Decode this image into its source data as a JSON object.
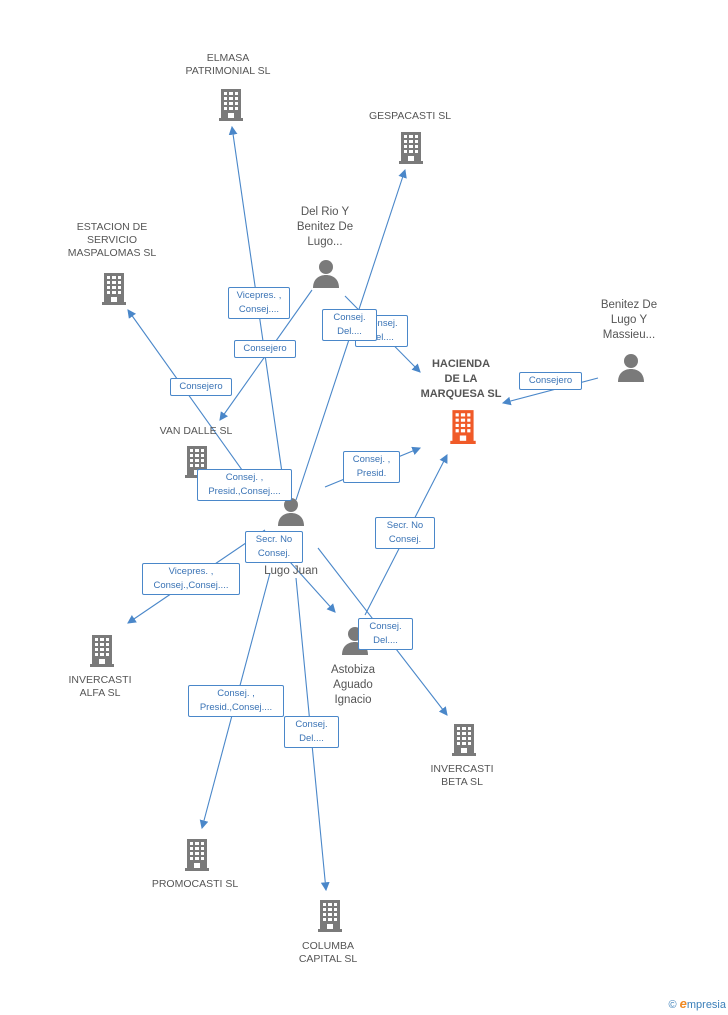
{
  "colors": {
    "edge": "#4a87c9",
    "node": "#7a7a7a",
    "focus": "#f05a28"
  },
  "nodes": {
    "elmasa": {
      "label": "ELMASA\nPATRIMONIAL SL"
    },
    "gespacasti": {
      "label": "GESPACASTI SL"
    },
    "estacion": {
      "label": "ESTACION DE\nSERVICIO\nMASPALOMAS SL"
    },
    "delrio": {
      "label": "Del Rio Y\nBenitez De\nLugo..."
    },
    "benitez": {
      "label": "Benitez De\nLugo Y\nMassieu..."
    },
    "hacienda": {
      "label": "HACIENDA\nDE LA\nMARQUESA SL"
    },
    "vandalle": {
      "label": "VAN DALLE SL"
    },
    "castillo": {
      "label": "...illo\n...De\nLugo Juan"
    },
    "astobiza": {
      "label": "Astobiza\nAguado\nIgnacio"
    },
    "invalfa": {
      "label": "INVERCASTI\nALFA SL"
    },
    "invbeta": {
      "label": "INVERCASTI\nBETA SL"
    },
    "promocasti": {
      "label": "PROMOCASTI SL"
    },
    "columba": {
      "label": "COLUMBA\nCAPITAL SL"
    }
  },
  "edge_labels": {
    "vicepres_elmasa": "Vicepres. ,\nConsej....",
    "consejero_vandalle": "Consejero",
    "consejero_estacion": "Consejero",
    "consej_del_gespa": "Consej.\nDel....",
    "consej_del_hac2": "Consej.\nDel....",
    "consejero_benitez": "Consejero",
    "consej_presid_hac": "Consej. ,\nPresid.",
    "consej_presid_vd": "Consej. ,\nPresid.,Consej....",
    "secr_no_consej_a": "Secr.  No\nConsej.",
    "secr_no_consej_b": "Secr.  No\nConsej.",
    "vicepres_alfa": "Vicepres. ,\nConsej.,Consej....",
    "consej_del_beta": "Consej.\nDel....",
    "consej_presid_promo": "Consej. ,\nPresid.,Consej....",
    "consej_del_columba": "Consej.\nDel...."
  },
  "brand": {
    "copyright": "©",
    "e": "e",
    "rest": "mpresia"
  }
}
